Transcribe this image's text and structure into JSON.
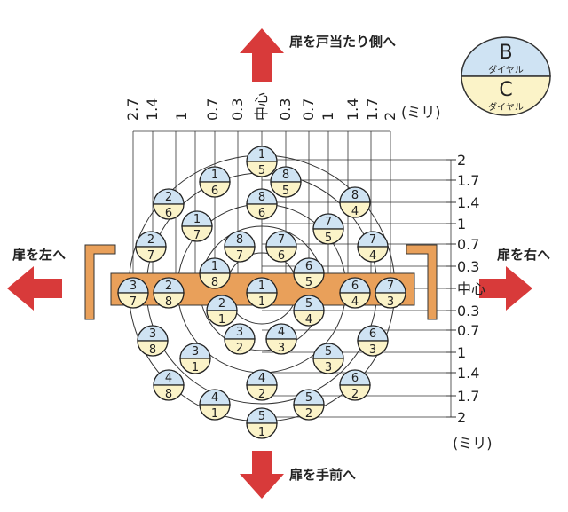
{
  "labels": {
    "up": "扉を戸当たり側へ",
    "down": "扉を手前へ",
    "left": "扉を左へ",
    "right": "扉を右へ"
  },
  "legend": {
    "top_letter": "B",
    "top_sub": "ダイヤル",
    "bottom_letter": "C",
    "bottom_sub": "ダイヤル"
  },
  "top_scale": [
    "2.7",
    "1.4",
    "1",
    "0.7",
    "0.3",
    "中心",
    "0.3",
    "0.7",
    "1",
    "1.4",
    "1.7",
    "2"
  ],
  "top_scale_extra": "2.7",
  "top_scale_extra2": "1.7",
  "top_unit": "(ミリ)",
  "right_scale": [
    "2",
    "1.7",
    "1.4",
    "1",
    "0.7",
    "0.3",
    "中心",
    "0.3",
    "0.7",
    "1",
    "1.4",
    "1.7",
    "2"
  ],
  "right_unit": "(ミリ)",
  "colors": {
    "arrow": "#d83a3a",
    "bar": "#e9a05a",
    "blue": "#cfe3f3",
    "yellow": "#fbf3c8"
  },
  "dials": [
    {
      "b": "1",
      "c": "5"
    },
    {
      "b": "1",
      "c": "6"
    },
    {
      "b": "8",
      "c": "5"
    },
    {
      "b": "2",
      "c": "6"
    },
    {
      "b": "8",
      "c": "6"
    },
    {
      "b": "8",
      "c": "4"
    },
    {
      "b": "1",
      "c": "7"
    },
    {
      "b": "7",
      "c": "5"
    },
    {
      "b": "2",
      "c": "7"
    },
    {
      "b": "8",
      "c": "7"
    },
    {
      "b": "7",
      "c": "6"
    },
    {
      "b": "7",
      "c": "4"
    },
    {
      "b": "1",
      "c": "8"
    },
    {
      "b": "6",
      "c": "5"
    },
    {
      "b": "3",
      "c": "7"
    },
    {
      "b": "2",
      "c": "8"
    },
    {
      "b": "1",
      "c": "1"
    },
    {
      "b": "6",
      "c": "4"
    },
    {
      "b": "7",
      "c": "3"
    },
    {
      "b": "2",
      "c": "1"
    },
    {
      "b": "5",
      "c": "4"
    },
    {
      "b": "3",
      "c": "2"
    },
    {
      "b": "4",
      "c": "3"
    },
    {
      "b": "3",
      "c": "8"
    },
    {
      "b": "3",
      "c": "1"
    },
    {
      "b": "5",
      "c": "3"
    },
    {
      "b": "6",
      "c": "3"
    },
    {
      "b": "4",
      "c": "2"
    },
    {
      "b": "4",
      "c": "8"
    },
    {
      "b": "4",
      "c": "1"
    },
    {
      "b": "5",
      "c": "2"
    },
    {
      "b": "6",
      "c": "2"
    },
    {
      "b": "5",
      "c": "1"
    }
  ]
}
